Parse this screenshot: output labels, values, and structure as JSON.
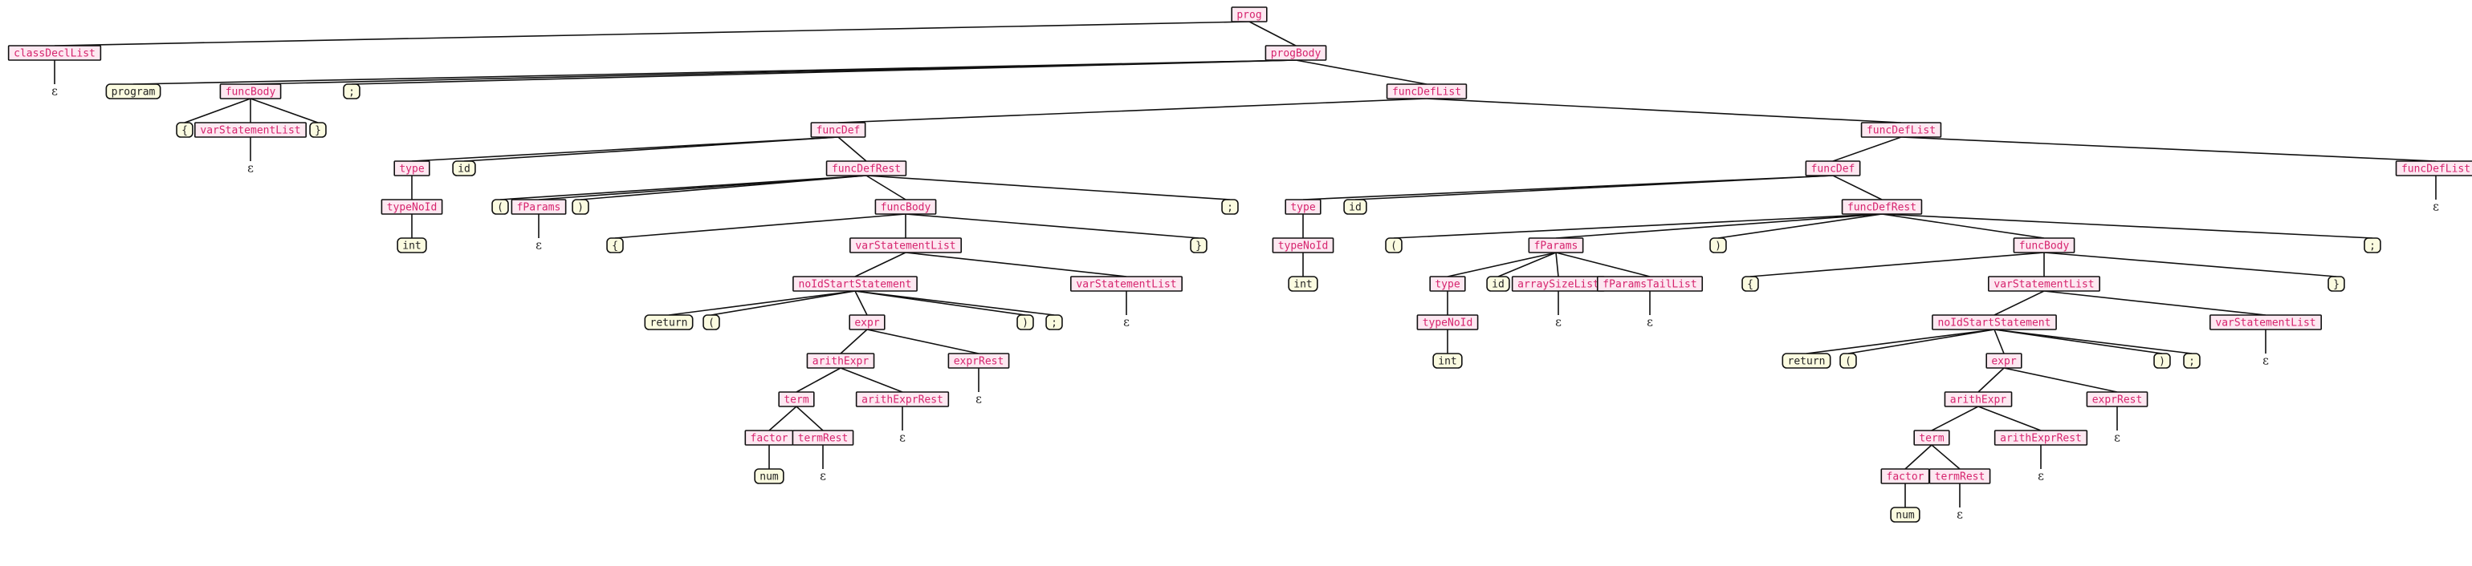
{
  "colors": {
    "nonterminal_text": "#d6246e",
    "nonterminal_fill": "#fde8f1",
    "terminal_fill": "#fbfbe0",
    "edge": "#111111"
  },
  "nodes": [
    {
      "id": "n0",
      "label": "prog",
      "kind": "nt"
    },
    {
      "id": "n1",
      "label": "classDeclList",
      "kind": "nt",
      "parent": "n0"
    },
    {
      "id": "n2",
      "label": "ε",
      "kind": "eps",
      "parent": "n1"
    },
    {
      "id": "n3",
      "label": "progBody",
      "kind": "nt",
      "parent": "n0"
    },
    {
      "id": "n4",
      "label": "program",
      "kind": "t",
      "parent": "n3"
    },
    {
      "id": "n5",
      "label": "funcBody",
      "kind": "nt",
      "parent": "n3"
    },
    {
      "id": "n6",
      "label": "{",
      "kind": "t",
      "parent": "n5"
    },
    {
      "id": "n7",
      "label": "varStatementList",
      "kind": "nt",
      "parent": "n5"
    },
    {
      "id": "n8",
      "label": "ε",
      "kind": "eps",
      "parent": "n7"
    },
    {
      "id": "n9",
      "label": "}",
      "kind": "t",
      "parent": "n5"
    },
    {
      "id": "n10",
      "label": ";",
      "kind": "t",
      "parent": "n3"
    },
    {
      "id": "n11",
      "label": "funcDefList",
      "kind": "nt",
      "parent": "n3"
    },
    {
      "id": "n12",
      "label": "funcDef",
      "kind": "nt",
      "parent": "n11"
    },
    {
      "id": "n13",
      "label": "type",
      "kind": "nt",
      "parent": "n12"
    },
    {
      "id": "n14",
      "label": "typeNoId",
      "kind": "nt",
      "parent": "n13"
    },
    {
      "id": "n15",
      "label": "int",
      "kind": "t",
      "parent": "n14"
    },
    {
      "id": "n16",
      "label": "id",
      "kind": "t",
      "parent": "n12"
    },
    {
      "id": "n17",
      "label": "funcDefRest",
      "kind": "nt",
      "parent": "n12"
    },
    {
      "id": "n18",
      "label": "(",
      "kind": "t",
      "parent": "n17"
    },
    {
      "id": "n19",
      "label": "fParams",
      "kind": "nt",
      "parent": "n17"
    },
    {
      "id": "n20",
      "label": "ε",
      "kind": "eps",
      "parent": "n19"
    },
    {
      "id": "n21",
      "label": ")",
      "kind": "t",
      "parent": "n17"
    },
    {
      "id": "n22",
      "label": "funcBody",
      "kind": "nt",
      "parent": "n17"
    },
    {
      "id": "n23",
      "label": "{",
      "kind": "t",
      "parent": "n22"
    },
    {
      "id": "n24",
      "label": "varStatementList",
      "kind": "nt",
      "parent": "n22"
    },
    {
      "id": "n25",
      "label": "noIdStartStatement",
      "kind": "nt",
      "parent": "n24"
    },
    {
      "id": "n26",
      "label": "return",
      "kind": "t",
      "parent": "n25"
    },
    {
      "id": "n27",
      "label": "(",
      "kind": "t",
      "parent": "n25"
    },
    {
      "id": "n28",
      "label": "expr",
      "kind": "nt",
      "parent": "n25"
    },
    {
      "id": "n29",
      "label": "arithExpr",
      "kind": "nt",
      "parent": "n28"
    },
    {
      "id": "n30",
      "label": "term",
      "kind": "nt",
      "parent": "n29"
    },
    {
      "id": "n31",
      "label": "factor",
      "kind": "nt",
      "parent": "n30"
    },
    {
      "id": "n32",
      "label": "num",
      "kind": "t",
      "parent": "n31"
    },
    {
      "id": "n33",
      "label": "termRest",
      "kind": "nt",
      "parent": "n30"
    },
    {
      "id": "n34",
      "label": "ε",
      "kind": "eps",
      "parent": "n33"
    },
    {
      "id": "n35",
      "label": "arithExprRest",
      "kind": "nt",
      "parent": "n29"
    },
    {
      "id": "n36",
      "label": "ε",
      "kind": "eps",
      "parent": "n35"
    },
    {
      "id": "n37",
      "label": "exprRest",
      "kind": "nt",
      "parent": "n28"
    },
    {
      "id": "n38",
      "label": "ε",
      "kind": "eps",
      "parent": "n37"
    },
    {
      "id": "n39",
      "label": ")",
      "kind": "t",
      "parent": "n25"
    },
    {
      "id": "n40",
      "label": ";",
      "kind": "t",
      "parent": "n25"
    },
    {
      "id": "n41",
      "label": "varStatementList",
      "kind": "nt",
      "parent": "n24"
    },
    {
      "id": "n42",
      "label": "ε",
      "kind": "eps",
      "parent": "n41"
    },
    {
      "id": "n43",
      "label": "}",
      "kind": "t",
      "parent": "n22"
    },
    {
      "id": "n44",
      "label": ";",
      "kind": "t",
      "parent": "n17"
    },
    {
      "id": "n45",
      "label": "funcDefList",
      "kind": "nt",
      "parent": "n11"
    },
    {
      "id": "n46",
      "label": "funcDef",
      "kind": "nt",
      "parent": "n45"
    },
    {
      "id": "n47",
      "label": "type",
      "kind": "nt",
      "parent": "n46"
    },
    {
      "id": "n48",
      "label": "typeNoId",
      "kind": "nt",
      "parent": "n47"
    },
    {
      "id": "n49",
      "label": "int",
      "kind": "t",
      "parent": "n48"
    },
    {
      "id": "n50",
      "label": "id",
      "kind": "t",
      "parent": "n46"
    },
    {
      "id": "n51",
      "label": "funcDefRest",
      "kind": "nt",
      "parent": "n46"
    },
    {
      "id": "n52",
      "label": "(",
      "kind": "t",
      "parent": "n51"
    },
    {
      "id": "n53",
      "label": "fParams",
      "kind": "nt",
      "parent": "n51"
    },
    {
      "id": "n54",
      "label": "type",
      "kind": "nt",
      "parent": "n53"
    },
    {
      "id": "n55",
      "label": "typeNoId",
      "kind": "nt",
      "parent": "n54"
    },
    {
      "id": "n56",
      "label": "int",
      "kind": "t",
      "parent": "n55"
    },
    {
      "id": "n57",
      "label": "id",
      "kind": "t",
      "parent": "n53"
    },
    {
      "id": "n58",
      "label": "arraySizeList",
      "kind": "nt",
      "parent": "n53"
    },
    {
      "id": "n59",
      "label": "ε",
      "kind": "eps",
      "parent": "n58"
    },
    {
      "id": "n60",
      "label": "fParamsTailList",
      "kind": "nt",
      "parent": "n53"
    },
    {
      "id": "n61",
      "label": "ε",
      "kind": "eps",
      "parent": "n60"
    },
    {
      "id": "n62",
      "label": ")",
      "kind": "t",
      "parent": "n51"
    },
    {
      "id": "n63",
      "label": "funcBody",
      "kind": "nt",
      "parent": "n51"
    },
    {
      "id": "n64",
      "label": "{",
      "kind": "t",
      "parent": "n63"
    },
    {
      "id": "n65",
      "label": "varStatementList",
      "kind": "nt",
      "parent": "n63"
    },
    {
      "id": "n66",
      "label": "noIdStartStatement",
      "kind": "nt",
      "parent": "n65"
    },
    {
      "id": "n67",
      "label": "return",
      "kind": "t",
      "parent": "n66"
    },
    {
      "id": "n68",
      "label": "(",
      "kind": "t",
      "parent": "n66"
    },
    {
      "id": "n69",
      "label": "expr",
      "kind": "nt",
      "parent": "n66"
    },
    {
      "id": "n70",
      "label": "arithExpr",
      "kind": "nt",
      "parent": "n69"
    },
    {
      "id": "n71",
      "label": "term",
      "kind": "nt",
      "parent": "n70"
    },
    {
      "id": "n72",
      "label": "factor",
      "kind": "nt",
      "parent": "n71"
    },
    {
      "id": "n73",
      "label": "num",
      "kind": "t",
      "parent": "n72"
    },
    {
      "id": "n74",
      "label": "termRest",
      "kind": "nt",
      "parent": "n71"
    },
    {
      "id": "n75",
      "label": "ε",
      "kind": "eps",
      "parent": "n74"
    },
    {
      "id": "n76",
      "label": "arithExprRest",
      "kind": "nt",
      "parent": "n70"
    },
    {
      "id": "n77",
      "label": "ε",
      "kind": "eps",
      "parent": "n76"
    },
    {
      "id": "n78",
      "label": "exprRest",
      "kind": "nt",
      "parent": "n69"
    },
    {
      "id": "n79",
      "label": "ε",
      "kind": "eps",
      "parent": "n78"
    },
    {
      "id": "n80",
      "label": ")",
      "kind": "t",
      "parent": "n66"
    },
    {
      "id": "n81",
      "label": ";",
      "kind": "t",
      "parent": "n66"
    },
    {
      "id": "n82",
      "label": "varStatementList",
      "kind": "nt",
      "parent": "n65"
    },
    {
      "id": "n83",
      "label": "ε",
      "kind": "eps",
      "parent": "n82"
    },
    {
      "id": "n84",
      "label": "}",
      "kind": "t",
      "parent": "n63"
    },
    {
      "id": "n85",
      "label": ";",
      "kind": "t",
      "parent": "n51"
    },
    {
      "id": "n86",
      "label": "funcDefList",
      "kind": "nt",
      "parent": "n45"
    },
    {
      "id": "n87",
      "label": "ε",
      "kind": "eps",
      "parent": "n86"
    }
  ]
}
